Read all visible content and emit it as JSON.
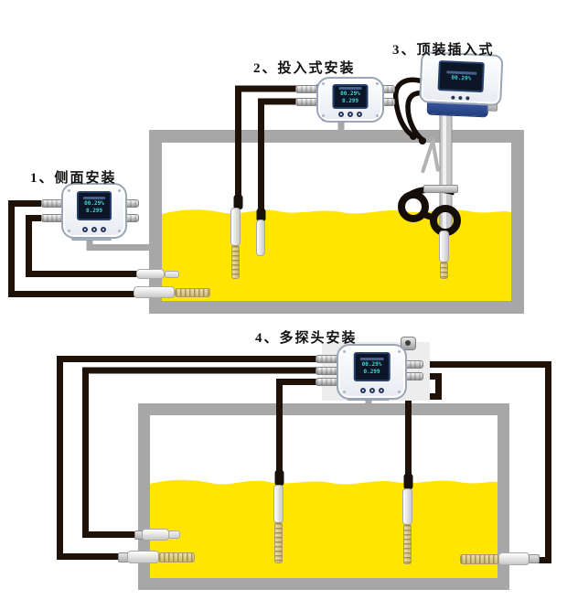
{
  "labels": {
    "method1": "1、侧面安装",
    "method2": "2、投入式安装",
    "method3": "3、顶装插入式",
    "method4": "4、多探头安装"
  },
  "device_display": {
    "line1": "00.29%",
    "line2": "0.299"
  },
  "colors": {
    "liquid_yellow": "#FFE500",
    "tank_wall_gray": "#A7A7A7",
    "cable_black": "#1F1209",
    "device_blue": "#3A5FAE",
    "screen_bg": "#0C1626",
    "screen_text": "#3FD6D0",
    "probe_perforation": "#CDB975",
    "steel_gray": "#C9C9C9"
  }
}
